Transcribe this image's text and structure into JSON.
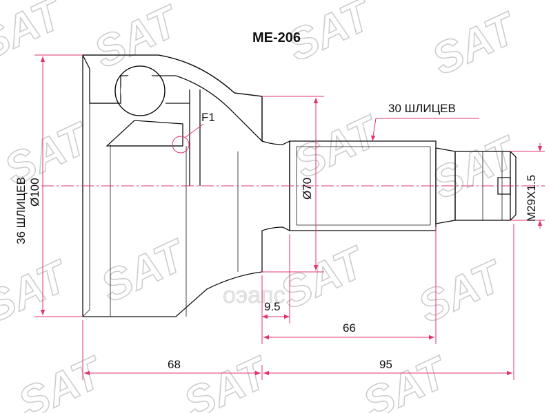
{
  "title": "ME-206",
  "watermark": {
    "brand": "SAT",
    "mark": "®",
    "lettering": "SAT"
  },
  "watermark_text": "SAT",
  "colors": {
    "dimension": "#e0356b",
    "outline": "#111111",
    "hatch": "#222222",
    "watermark": "#c8c8c8"
  },
  "dimensions": {
    "left_spline": "36 ШЛИЦЕВ",
    "left_diameter": "Ø100",
    "spline_callout": "30 ШЛИЦЕВ",
    "shaft_diameter": "Ø70",
    "thread": "M29X1.5",
    "seat_length": "9.5",
    "shaft_length": "66",
    "body_length": "68",
    "stem_length": "95",
    "feature_label": "F1"
  },
  "logo_mark": "оэапс"
}
